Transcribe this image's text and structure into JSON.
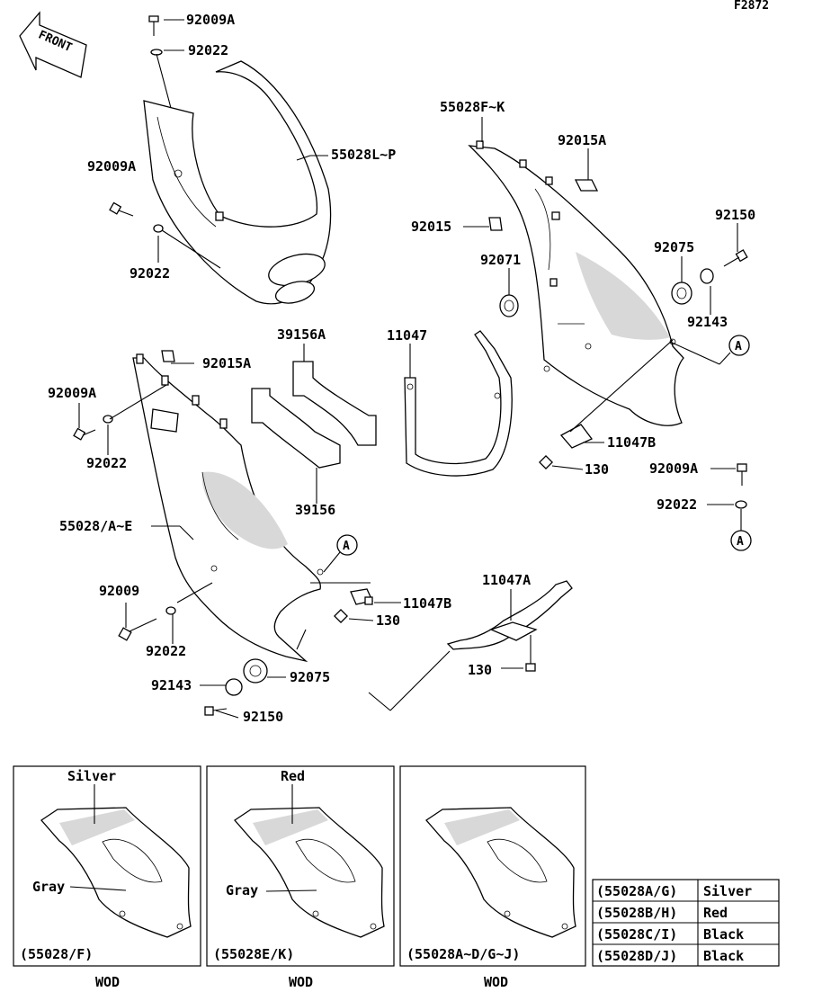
{
  "figure_id": "F2872",
  "front_badge": "FRONT",
  "callouts": {
    "c92009A_top": "92009A",
    "c92022_top": "92022",
    "c55028LP": "55028L~P",
    "c92009A_left": "92009A",
    "c92022_left": "92022",
    "c55028FK": "55028F~K",
    "c92015A_right": "92015A",
    "c92150_right": "92150",
    "c92015": "92015",
    "c92075_right": "92075",
    "c92071": "92071",
    "c92143_right": "92143",
    "c11047": "11047",
    "c39156A": "39156A",
    "c92015A_left": "92015A",
    "c92009A_lower": "92009A",
    "c92022_lower": "92022",
    "c11047B_right": "11047B",
    "c130_right": "130",
    "c92009A_far": "92009A",
    "c92022_far": "92022",
    "c39156": "39156",
    "c55028AE": "55028/A~E",
    "c11047A": "11047A",
    "c11047B_center": "11047B",
    "c130_center": "130",
    "c92009": "92009",
    "c92022_bottom": "92022",
    "c130_lower": "130",
    "c92143_bottom": "92143",
    "c92075_bottom": "92075",
    "c92150_bottom": "92150"
  },
  "ref_marker": "A",
  "panels": [
    {
      "top_label": "Silver",
      "mid_label": "Gray",
      "caption": "(55028/F)",
      "footer": "WOD"
    },
    {
      "top_label": "Red",
      "mid_label": "Gray",
      "caption": "(55028E/K)",
      "footer": "WOD"
    },
    {
      "top_label": "",
      "mid_label": "",
      "caption": "(55028A~D/G~J)",
      "footer": "WOD"
    }
  ],
  "color_table": [
    {
      "code": "(55028A/G)",
      "color": "Silver"
    },
    {
      "code": "(55028B/H)",
      "color": "Red"
    },
    {
      "code": "(55028C/I)",
      "color": "Black"
    },
    {
      "code": "(55028D/J)",
      "color": "Black"
    }
  ]
}
